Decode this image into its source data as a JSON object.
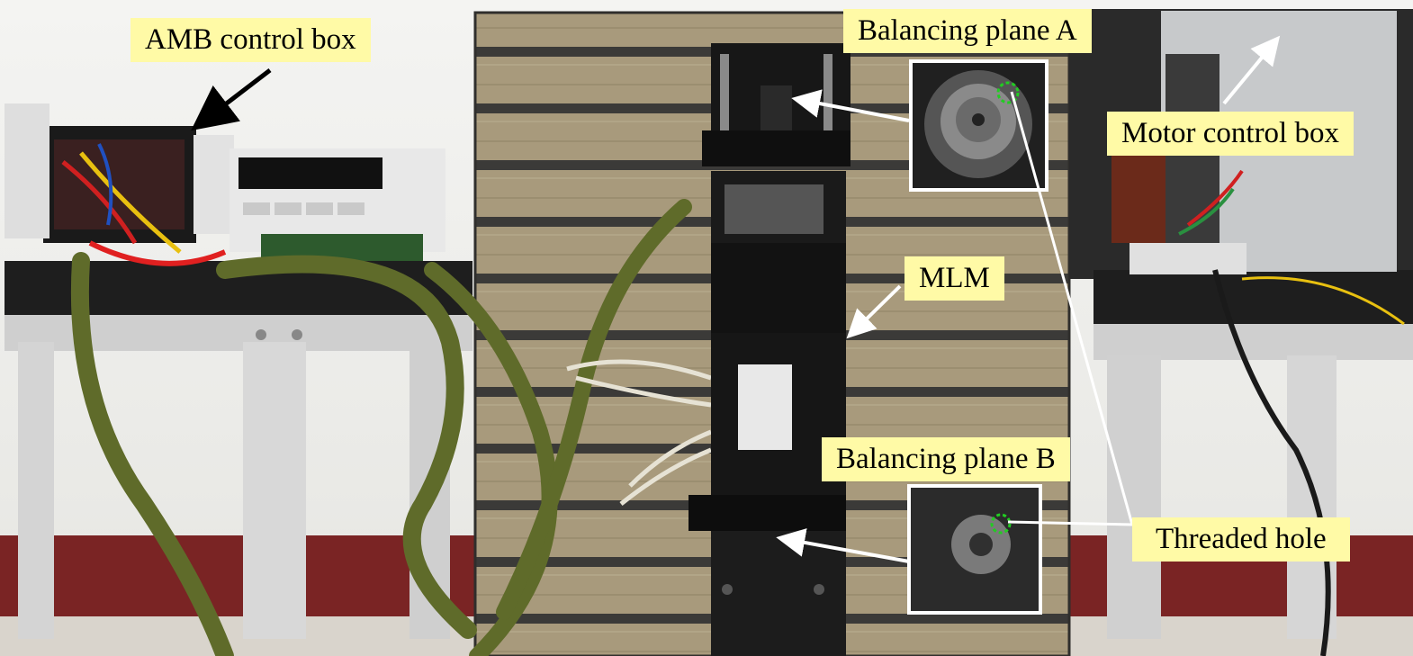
{
  "figure": {
    "labels": {
      "amb_control_box": "AMB control box",
      "balancing_plane_a": "Balancing plane A",
      "motor_control_box": "Motor control box",
      "mlm": "MLM",
      "balancing_plane_b": "Balancing plane B",
      "threaded_hole": "Threaded hole"
    },
    "colors": {
      "label_background": "#fffaa6",
      "threaded_hole_marker": "#22cc22",
      "arrow_black": "#000000",
      "arrow_white": "#ffffff"
    }
  }
}
